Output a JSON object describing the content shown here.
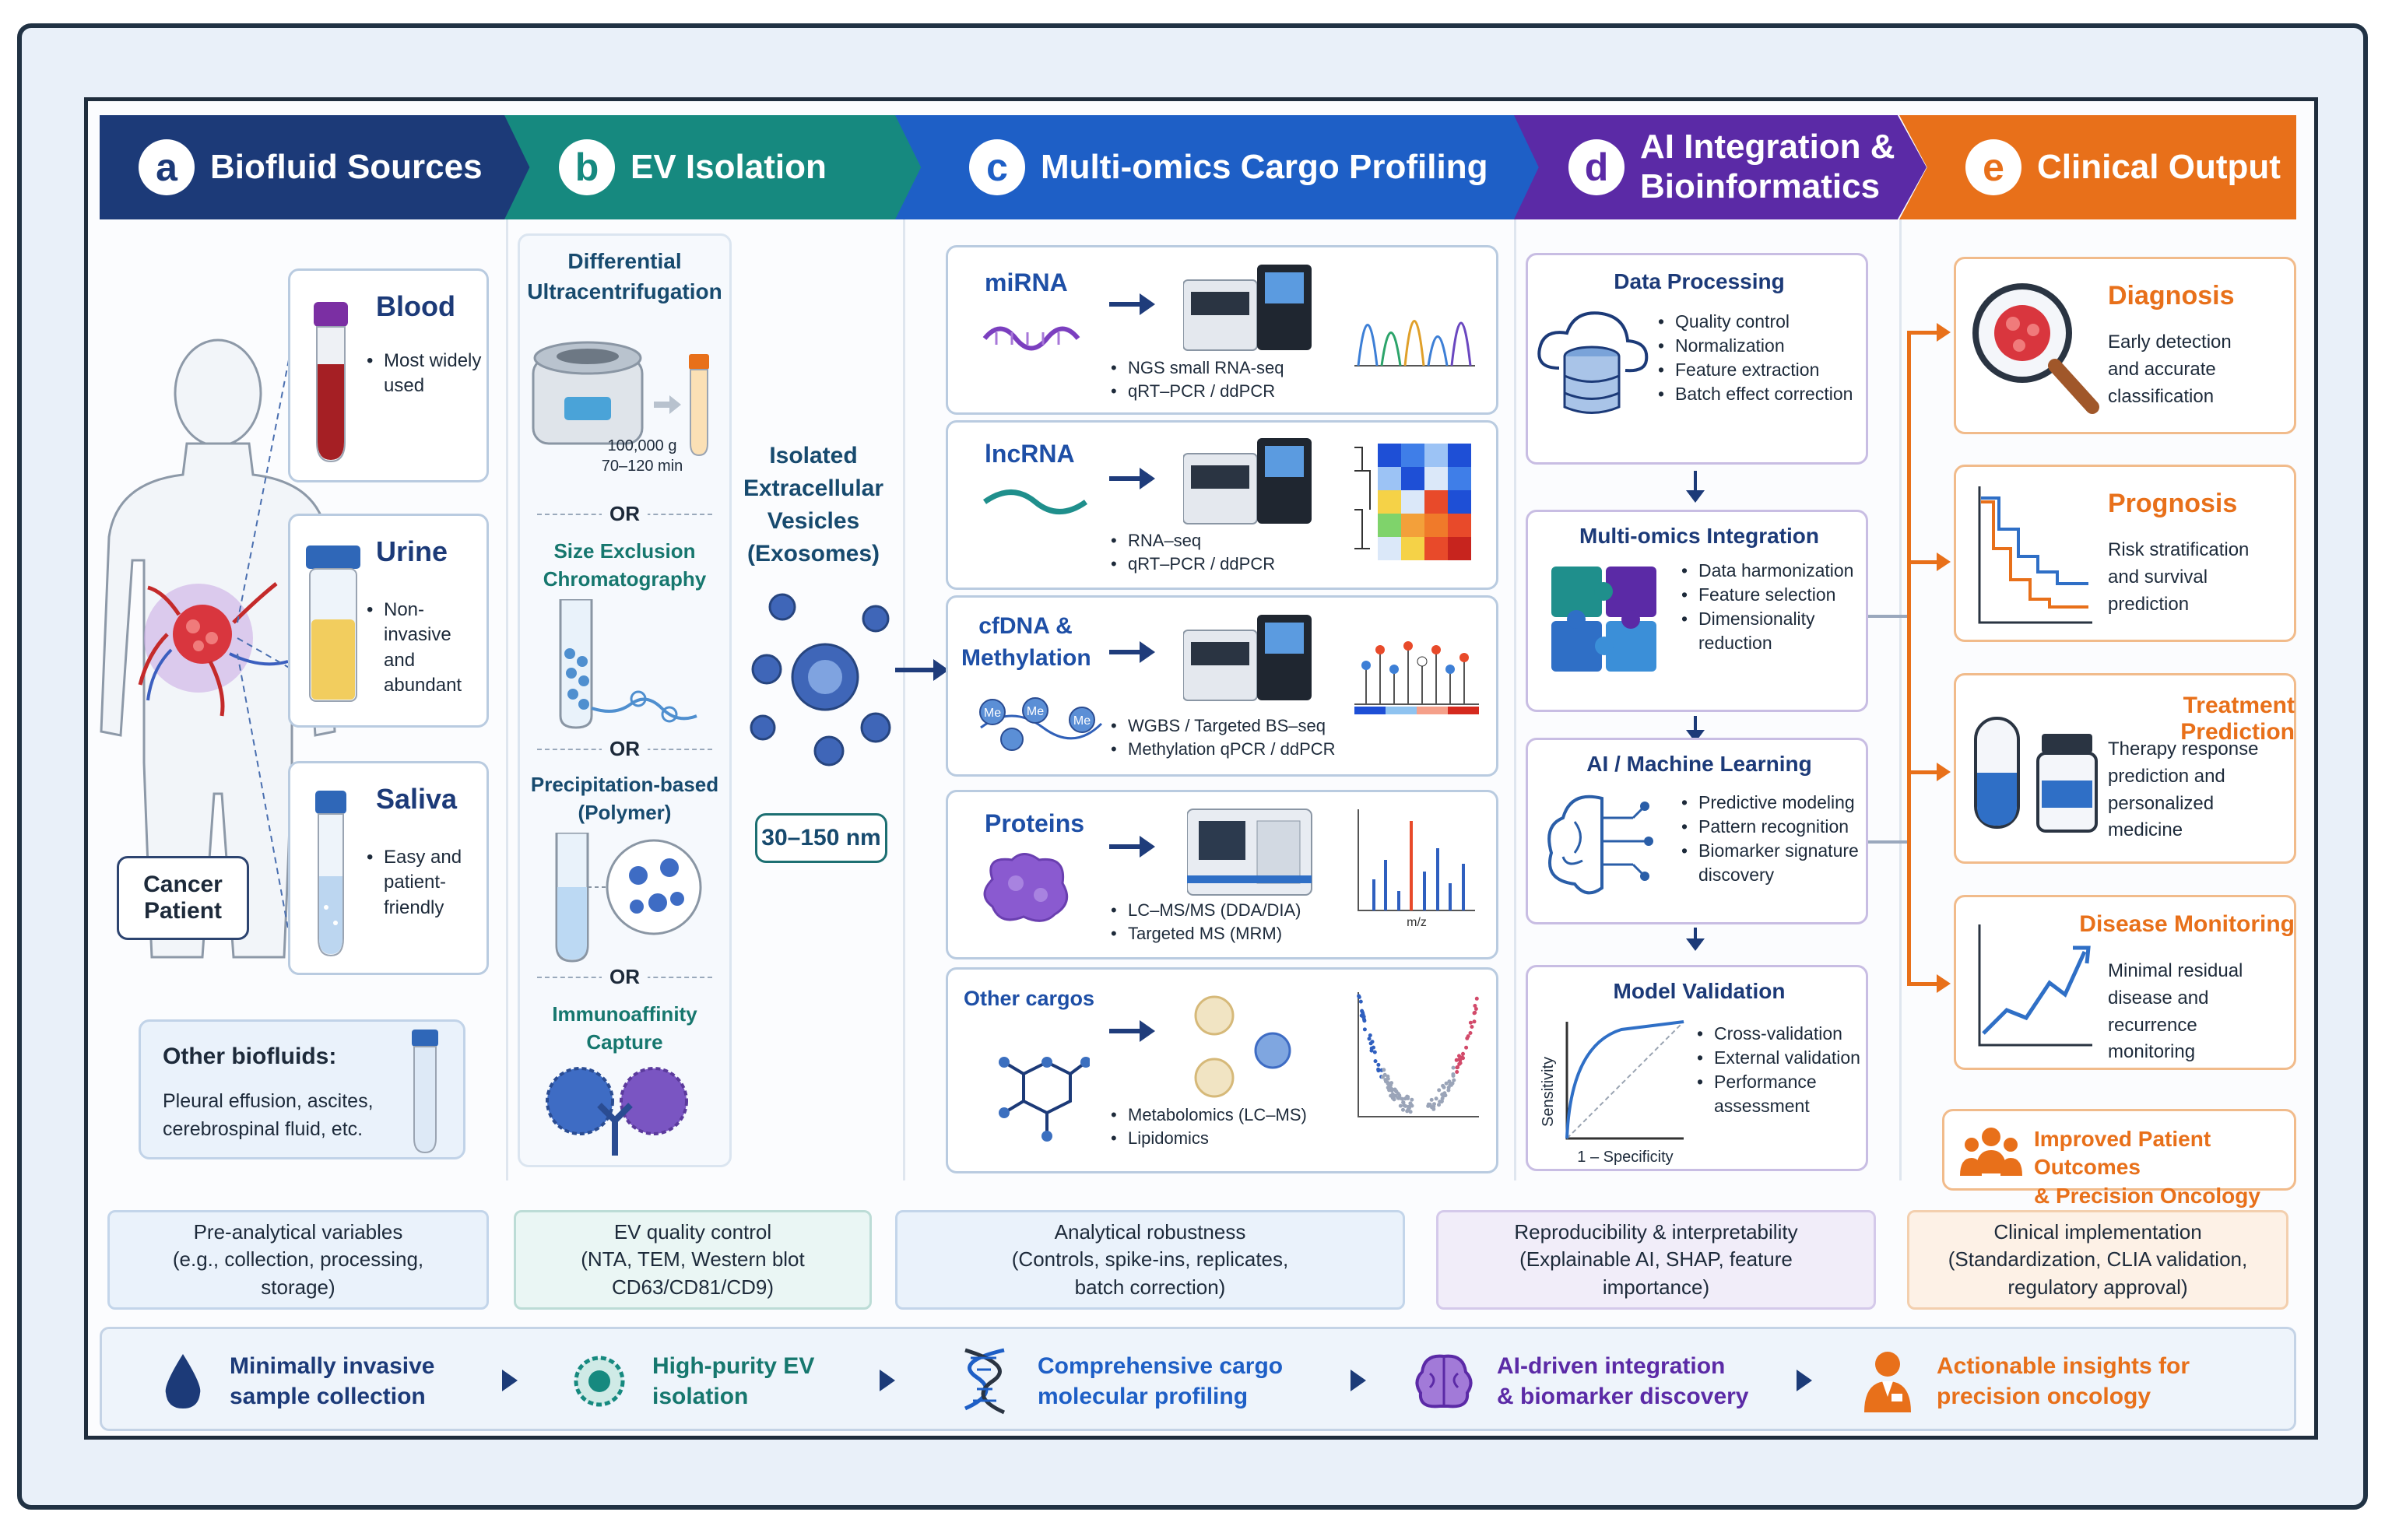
{
  "colors": {
    "a": "#1c3a78",
    "b": "#16897f",
    "c": "#1e5fc6",
    "d": "#5b2aa6",
    "e": "#e8701a",
    "ink": "#1d2a3a"
  },
  "headers": [
    {
      "letter": "a",
      "title": "Biofluid Sources"
    },
    {
      "letter": "b",
      "title": "EV Isolation"
    },
    {
      "letter": "c",
      "title": "Multi-omics Cargo Profiling"
    },
    {
      "letter": "d",
      "title_line1": "AI Integration &",
      "title_line2": "Bioinformatics"
    },
    {
      "letter": "e",
      "title": "Clinical Output"
    }
  ],
  "col_a": {
    "patient_l1": "Cancer",
    "patient_l2": "Patient",
    "biofluids": [
      {
        "name": "Blood",
        "l1": "Most widely",
        "l2": "used",
        "icon": "blood-tube-icon"
      },
      {
        "name": "Urine",
        "l1": "Non-invasive",
        "l2": "and abundant",
        "icon": "urine-container-icon"
      },
      {
        "name": "Saliva",
        "l1": "Easy and",
        "l2": "patient-friendly",
        "icon": "saliva-tube-icon"
      }
    ],
    "other_title": "Other biofluids:",
    "other_l1": "Pleural effusion, ascites,",
    "other_l2": "cerebrospinal fluid, etc."
  },
  "col_b": {
    "m1_l1": "Differential",
    "m1_l2": "Ultracentrifugation",
    "m1_spec1": "100,000 g",
    "m1_spec2": "70–120 min",
    "or": "OR",
    "m2_l1": "Size Exclusion",
    "m2_l2": "Chromatography",
    "m3_l1": "Precipitation-based",
    "m3_l2": "(Polymer)",
    "m4_l1": "Immunoaffinity",
    "m4_l2": "Capture",
    "ev_l1": "Isolated",
    "ev_l2": "Extracellular",
    "ev_l3": "Vesicles",
    "ev_l4": "(Exosomes)",
    "size": "30–150 nm"
  },
  "col_c": {
    "rows": [
      {
        "title_l1": "miRNA",
        "title_l2": "",
        "m1": "NGS small RNA-seq",
        "m2": "qRT–PCR / ddPCR"
      },
      {
        "title_l1": "lncRNA",
        "title_l2": "",
        "m1": "RNA–seq",
        "m2": "qRT–PCR / ddPCR"
      },
      {
        "title_l1": "cfDNA &",
        "title_l2": "Methylation",
        "m1": "WGBS / Targeted BS–seq",
        "m2": "Methylation qPCR / ddPCR"
      },
      {
        "title_l1": "Proteins",
        "title_l2": "",
        "m1": "LC–MS/MS (DDA/DIA)",
        "m2": "Targeted MS (MRM)"
      },
      {
        "title_l1": "Other cargos",
        "title_l2": "",
        "m1": "Metabolomics (LC–MS)",
        "m2": "Lipidomics"
      }
    ],
    "me_label": "Me",
    "mz_label": "m/z"
  },
  "col_d": {
    "boxes": [
      {
        "title": "Data Processing",
        "items": [
          "Quality control",
          "Normalization",
          "Feature extraction",
          "Batch effect correction"
        ]
      },
      {
        "title": "Multi-omics Integration",
        "items": [
          "Data harmonization",
          "Feature selection",
          "Dimensionality reduction"
        ]
      },
      {
        "title": "AI / Machine Learning",
        "items": [
          "Predictive modeling",
          "Pattern recognition",
          "Biomarker signature discovery"
        ]
      },
      {
        "title": "Model Validation",
        "items": [
          "Cross-validation",
          "External validation",
          "Performance assessment"
        ]
      }
    ],
    "roc_y": "Sensitivity",
    "roc_x": "1 – Specificity"
  },
  "col_e": {
    "outputs": [
      {
        "title": "Diagnosis",
        "l1": "Early detection",
        "l2": "and accurate",
        "l3": "classification",
        "icon": "magnifier-cell-icon"
      },
      {
        "title": "Prognosis",
        "l1": "Risk stratification",
        "l2": "and survival",
        "l3": "prediction",
        "icon": "survival-curve-icon"
      },
      {
        "title": "Treatment Prediction",
        "l1": "Therapy response",
        "l2": "prediction and",
        "l3": "personalized",
        "l4": "medicine",
        "icon": "pill-bottle-icon"
      },
      {
        "title": "Disease Monitoring",
        "l1": "Minimal residual",
        "l2": "disease and",
        "l3": "recurrence",
        "l4": "monitoring",
        "icon": "trend-chart-icon"
      }
    ],
    "outcome_l1": "Improved Patient Outcomes",
    "outcome_l2": "& Precision Oncology"
  },
  "bottom": [
    {
      "l1": "Pre-analytical variables",
      "l2": "(e.g., collection, processing,",
      "l3": "storage)"
    },
    {
      "l1": "EV quality control",
      "l2": "(NTA, TEM, Western blot",
      "l3": "CD63/CD81/CD9)"
    },
    {
      "l1": "Analytical robustness",
      "l2": "(Controls, spike-ins, replicates,",
      "l3": "batch correction)"
    },
    {
      "l1": "Reproducibility & interpretability",
      "l2": "(Explainable AI, SHAP, feature",
      "l3": "importance)"
    },
    {
      "l1": "Clinical implementation",
      "l2": "(Standardization, CLIA validation,",
      "l3": "regulatory approval)"
    }
  ],
  "footer": [
    {
      "l1": "Minimally invasive",
      "l2": "sample collection",
      "icon": "droplet-icon"
    },
    {
      "l1": "High-purity EV",
      "l2": "isolation",
      "icon": "vesicle-icon"
    },
    {
      "l1": "Comprehensive cargo",
      "l2": "molecular profiling",
      "icon": "dna-icon"
    },
    {
      "l1": "AI-driven integration",
      "l2": "& biomarker discovery",
      "icon": "brain-icon"
    },
    {
      "l1": "Actionable insights for",
      "l2": "precision oncology",
      "icon": "doctor-icon"
    }
  ]
}
